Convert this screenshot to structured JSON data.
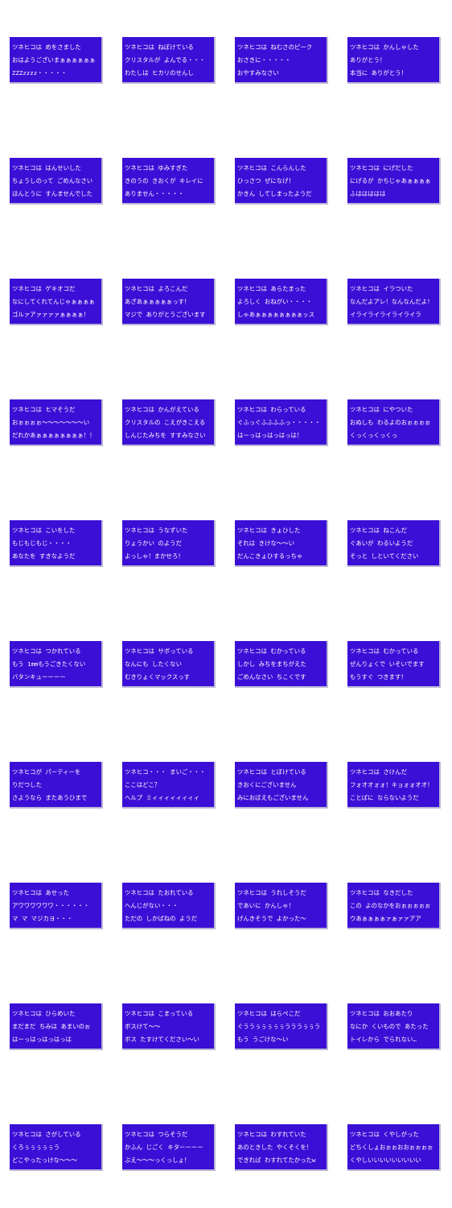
{
  "messages": [
    {
      "lines": [
        "ツネヒコは めをさました",
        "おはようございまぁぁぁぁぁぁ",
        "ZZZzzzz・・・・・"
      ]
    },
    {
      "lines": [
        "ツネヒコは ねぼけている",
        "クリスタルが よんでる・・・",
        "わたしは ヒカリのせんし"
      ]
    },
    {
      "lines": [
        "ツネヒコは ねむさのピーク",
        "おさきに・・・・・",
        "おやすみなさい"
      ]
    },
    {
      "lines": [
        "ツネヒコは かんしゃした",
        "ありがとう！",
        "本当に ありがとう！"
      ]
    },
    {
      "lines": [
        "ツネヒコは はんせいした",
        "ちょうしのって ごめんなさい",
        "ほんとうに すんませんでした"
      ]
    },
    {
      "lines": [
        "ツネヒコは ゆみすぎた",
        "きのうの きおくが キレイに",
        "ありません・・・・・"
      ]
    },
    {
      "lines": [
        "ツネヒコは こんらんした",
        "ひっさつ ぜになげ！",
        "かきん してしまったようだ"
      ]
    },
    {
      "lines": [
        "ツネヒコは にげだした",
        "にげるが かちじゃあぁぁぁぁ",
        "ふははははは"
      ]
    },
    {
      "lines": [
        "ツネヒコは ゲキオコだ",
        "なにしてくれてんじゃぁぁぁぁ",
        "ゴルァアァァァァぁぁぁぁ！"
      ]
    },
    {
      "lines": [
        "ツネヒコは よろこんだ",
        "あざあぁぁぁぁぁっす！",
        "マジで ありがとうございます"
      ]
    },
    {
      "lines": [
        "ツネヒコは あらたまった",
        "よろしく おねがい・・・・",
        "しゃあぁぁぁぁぁぁぁぁッス"
      ]
    },
    {
      "lines": [
        "ツネヒコは イラついた",
        "なんだよアレ！なんなんだよ！",
        "イライライライライライラ"
      ]
    },
    {
      "lines": [
        "ツネヒコは ヒマそうだ",
        "おぉぉぉぉ～～～～～～～い",
        "だれかあぁぁぁぁぁぁぁぁ！！"
      ]
    },
    {
      "lines": [
        "ツネヒコは かんがえている",
        "クリスタルの こえがきこえる",
        "しんじたみちを すすみなさい"
      ]
    },
    {
      "lines": [
        "ツネヒコは わらっている",
        "ぐふっぐふふふふっ・・・・・",
        "はーっはっはっはっは！"
      ]
    },
    {
      "lines": [
        "ツネヒコは にやついた",
        "おぬしも わるよのおぉぉぉぉ",
        "くっくっくっくっ"
      ]
    },
    {
      "lines": [
        "ツネヒコは こいをした",
        "もじもじもじ・・・・",
        "あなたを すきなようだ"
      ]
    },
    {
      "lines": [
        "ツネヒコは うなずいた",
        "りょうかい のようだ",
        "よっしゃ！まかせろ！"
      ]
    },
    {
      "lines": [
        "ツネヒコは きょひした",
        "それは きけな～～い",
        "だんこきょひするっちゃ"
      ]
    },
    {
      "lines": [
        "ツネヒコは ねこんだ",
        "ぐあいが わるいようだ",
        "そっと しといてください"
      ]
    },
    {
      "lines": [
        "ツネヒコは つかれている",
        "もう 1mmもうごきたくない",
        "バタンキューーーー"
      ]
    },
    {
      "lines": [
        "ツネヒコは サボっている",
        "なんにも したくない",
        "むきりょくマックスっす"
      ]
    },
    {
      "lines": [
        "ツネヒコは むかっている",
        "しかし みちをまちがえた",
        "ごめんなさい ちこくです"
      ]
    },
    {
      "lines": [
        "ツネヒコは むかっている",
        "ぜんりょくで いそいでます",
        "もうすぐ つきます！"
      ]
    },
    {
      "lines": [
        "ツネヒコが パーティーを",
        "りだつした",
        "さようなら またあうひまで"
      ]
    },
    {
      "lines": [
        "ツネヒコ・・・ まいご・・・",
        "ここはどこ？",
        "ヘルプ ミィィィィィィィィ"
      ]
    },
    {
      "lines": [
        "ツネヒコは とぼけている",
        "きおくにございません",
        "みにおぼえもございません"
      ]
    },
    {
      "lines": [
        "ツネヒコは さけんだ",
        "フォオオォォ！キョォォオオ！",
        "ことばに ならないようだ"
      ]
    },
    {
      "lines": [
        "ツネヒコは あせった",
        "アワワワワワワ・・・・・・",
        "マ マ マジカヨ・・・"
      ]
    },
    {
      "lines": [
        "ツネヒコは たおれている",
        "へんじがない・・・",
        "ただの しかばねの ようだ"
      ]
    },
    {
      "lines": [
        "ツネヒコは うれしそうだ",
        "であいに かんしゃ！",
        "げんきそうで よかった～"
      ]
    },
    {
      "lines": [
        "ツネヒコは なきだした",
        "この よのなかをおぉぉぉぉぉ",
        "ウあぁぁぁぁァぁァァアア"
      ]
    },
    {
      "lines": [
        "ツネヒコは ひらめいた",
        "まだまだ ちみは あまいのぉ",
        "はーっはっはっはっは"
      ]
    },
    {
      "lines": [
        "ツネヒコは こまっている",
        "ボスけて～～",
        "ボス たすけてください～い"
      ]
    },
    {
      "lines": [
        "ツネヒコは はらぺこだ",
        "ぐううぅぅぅぅぅうううぅぅう",
        "もう うごけな～い"
      ]
    },
    {
      "lines": [
        "ツネヒコは おおあたり",
        "なにか くいもので あたった",
        "トイレから でられない…"
      ]
    },
    {
      "lines": [
        "ツネヒコは さがしている",
        "くろぅぅぅぅぅう",
        "どこやったっけな～～～"
      ]
    },
    {
      "lines": [
        "ツネヒコは つらそうだ",
        "かふん じごく キターーーー",
        "ぶえ～～～っくっしょ！"
      ]
    },
    {
      "lines": [
        "ツネヒコは わすれていた",
        "あのときした やくそくを！",
        "できれば わすれてたかったw"
      ]
    },
    {
      "lines": [
        "ツネヒコは くやしがった",
        "どちくしょおぉぉおおぉぉぉぉ",
        "くやしいいいいいいいいい"
      ]
    }
  ]
}
